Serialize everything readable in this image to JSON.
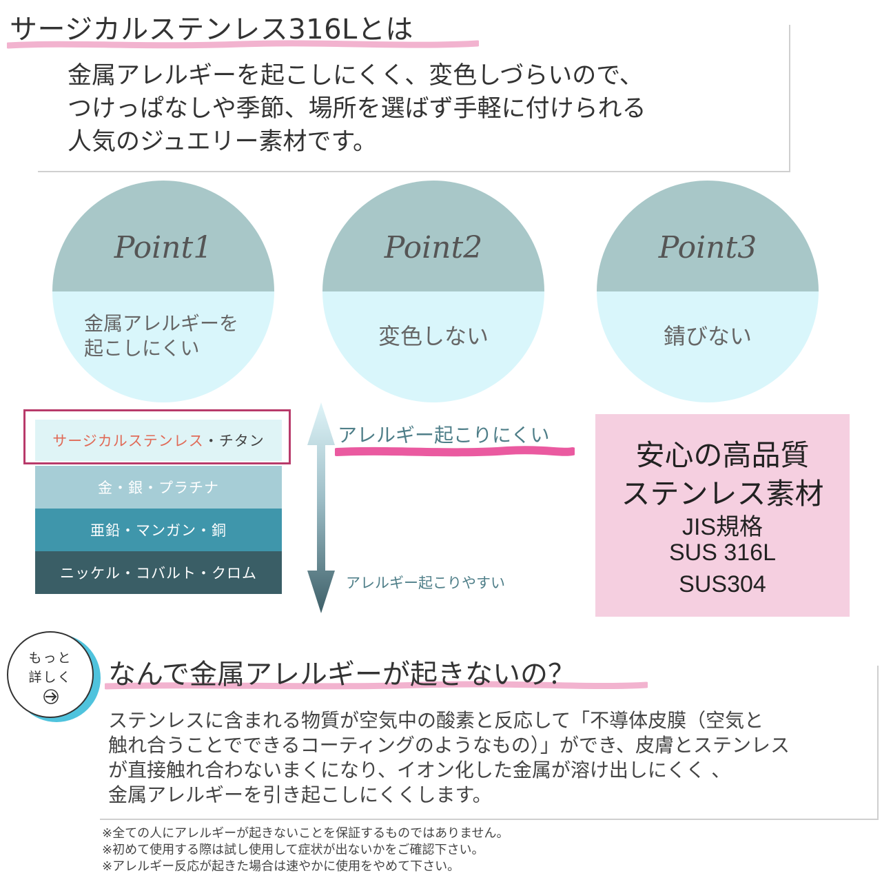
{
  "header": {
    "title": "サージカルステンレス316Lとは",
    "intro_lines": [
      "金属アレルギーを起こしにくく、変色しづらいので、",
      "つけっぱなしや季節、場所を選ばず手軽に付けられる",
      "人気のジュエリー素材です。"
    ]
  },
  "points": [
    {
      "title": "Point1",
      "lines": [
        "金属アレルギーを",
        "起こしにくい"
      ]
    },
    {
      "title": "Point2",
      "lines": [
        "変色しない"
      ]
    },
    {
      "title": "Point3",
      "lines": [
        "錆びない"
      ]
    }
  ],
  "allergy_scale": {
    "top_highlight": {
      "red": "サージカルステンレス",
      "rest": "・チタン"
    },
    "rows": [
      {
        "label": "金・銀・プラチナ",
        "color": "#a6cdd6"
      },
      {
        "label": "亜鉛・マンガン・銅",
        "color": "#3f96ab"
      },
      {
        "label": "ニッケル・コバルト・クロム",
        "color": "#3a5e66"
      }
    ],
    "low_label": "アレルギー起こりにくい",
    "high_label": "アレルギー起こりやすい"
  },
  "quality_box": {
    "line1": "安心の高品質",
    "line2": "ステンレス素材",
    "line3": "JIS規格",
    "line4": "SUS 316L",
    "line5": "SUS304"
  },
  "more_badge": {
    "line1": "もっと",
    "line2": "詳しく"
  },
  "question": {
    "title": "なんで金属アレルギーが起きないの？",
    "body_lines": [
      "ステンレスに含まれる物質が空気中の酸素と反応して「不導体皮膜（空気と",
      "触れ合うことでできるコーティングのようなもの）」ができ、皮膚とステンレス",
      "が直接触れ合わないまくになり、イオン化した金属が溶け出しにくく 、",
      "金属アレルギーを引き起こしにくくします。"
    ]
  },
  "notes": [
    "※全ての人にアレルギーが起きないことを保証するものではありません。",
    "※初めて使用する際は試し使用して症状が出ないかをご確認下さい。",
    "※アレルギー反応が起きた場合は速やかに使用をやめて下さい。"
  ],
  "colors": {
    "circle_top": "#a8c7c8",
    "circle_bottom": "#d9f6fb",
    "pink_box": "#f5cfe0",
    "highlight_border": "#b83a6a",
    "underline_pink": "#f0a0c4",
    "arrow_top": "#dff4f8",
    "arrow_bottom": "#3d5f68"
  }
}
